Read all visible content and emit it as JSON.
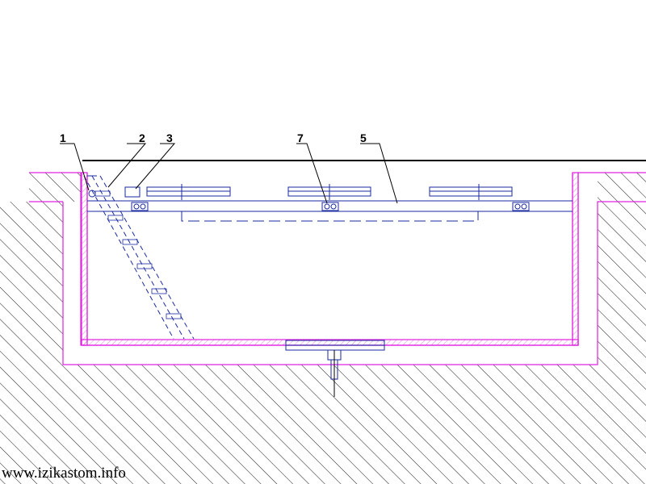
{
  "colors": {
    "wall": "#e020e0",
    "equipment": "#1a2aa0",
    "ground": "#000000",
    "leader": "#000000"
  },
  "callouts": {
    "c1": "1",
    "c2": "2",
    "c3": "3",
    "c7": "7",
    "c5": "5"
  },
  "watermark": "www.izikastom.info"
}
